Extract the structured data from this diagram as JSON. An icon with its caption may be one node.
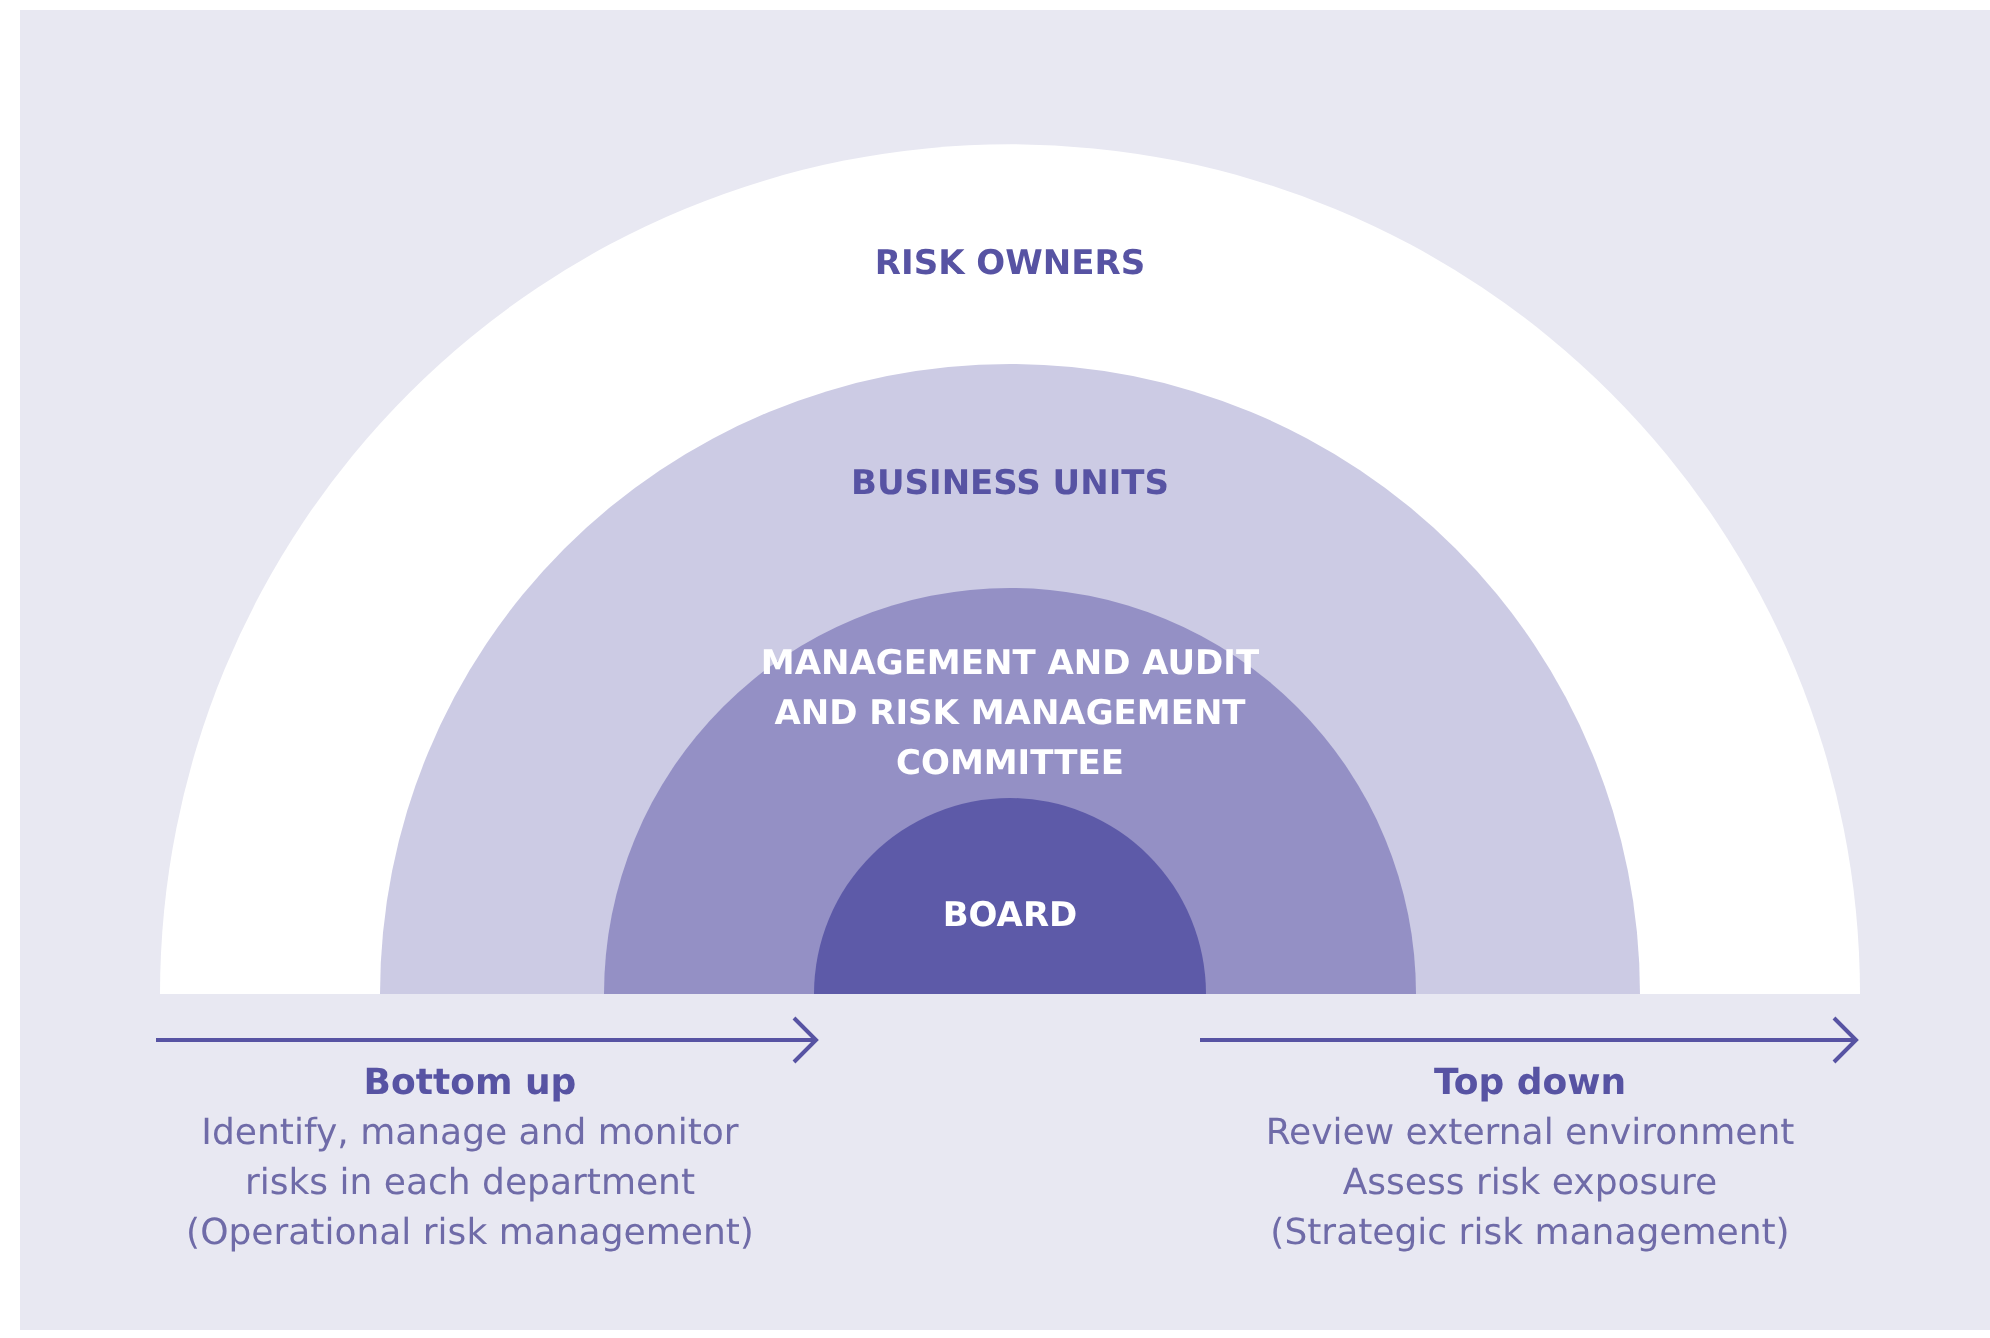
{
  "diagram": {
    "nodes": [
      {
        "text": [
          "RISK OWNERS"
        ]
      },
      {
        "text": [
          "BUSINESS UNITS"
        ],
        "in": 0
      },
      {
        "text": [
          "MANAGEMENT AND AUDIT AND RISK MANAGEMENT COMMITTEE"
        ],
        "in": 1
      },
      {
        "text": [
          "BOARD"
        ],
        "in": 2
      }
    ],
    "labels": [
      "Bottom up",
      "Identify, manage and monitor risks in each department",
      "(Operational risk management)",
      "Top down",
      "Review external environment",
      "Assess risk exposure",
      "(Strategic risk management)"
    ]
  }
}
